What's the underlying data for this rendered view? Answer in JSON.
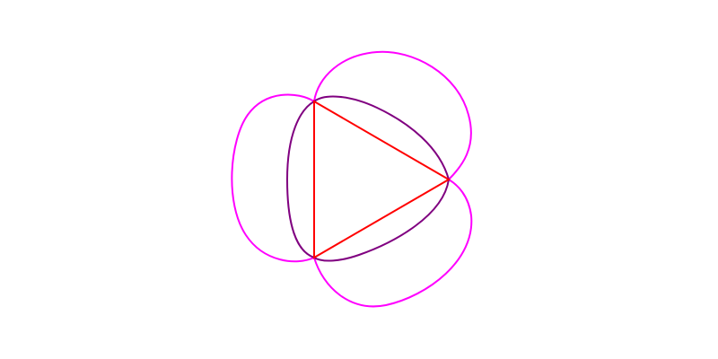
{
  "colors": {
    "background": "#ffffff",
    "triangle": "#ff0000",
    "inner_curve": "#800080",
    "outer_lobes": "#ff00ff"
  },
  "shapes": [
    {
      "name": "equilateral-triangle",
      "kind": "triangle",
      "color_key": "triangle"
    },
    {
      "name": "inner-rounded-triangle-curve",
      "kind": "closed-curve",
      "color_key": "inner_curve"
    },
    {
      "name": "outer-three-lobe-curve",
      "kind": "closed-curve",
      "color_key": "outer_lobes"
    }
  ]
}
